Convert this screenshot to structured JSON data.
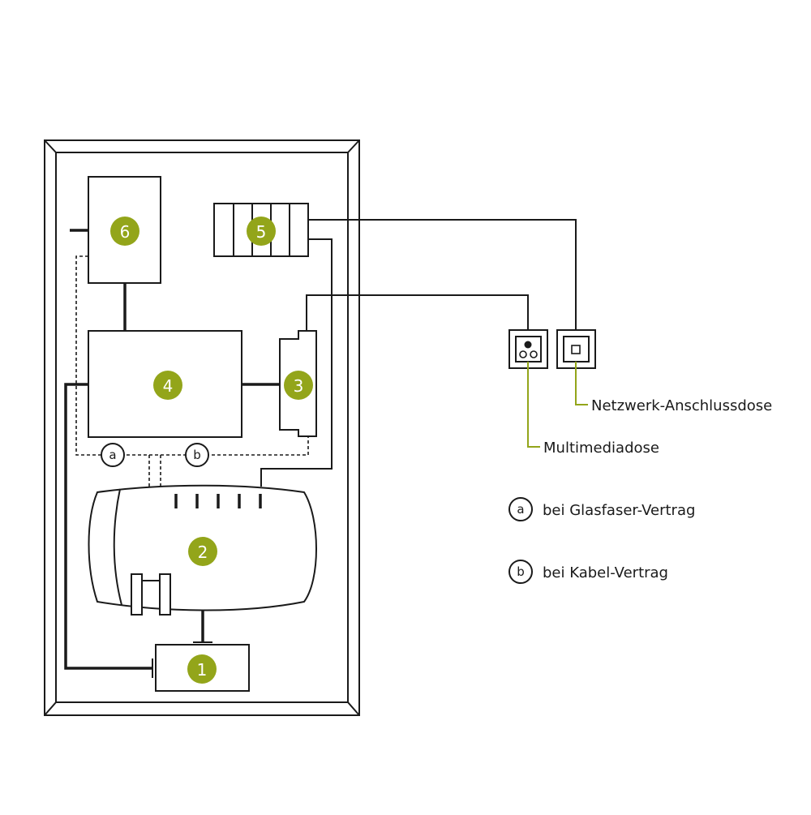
{
  "colors": {
    "accent": "#93a51a",
    "line": "#1a1a1a",
    "background": "#ffffff"
  },
  "components": {
    "c1": "1",
    "c2": "2",
    "c3": "3",
    "c4": "4",
    "c5": "5",
    "c6": "6"
  },
  "options": {
    "a": "a",
    "b": "b"
  },
  "sockets": {
    "multimedia": "Multimediadose",
    "network": "Netzwerk-Anschlussdose"
  },
  "legend": [
    {
      "key": "a",
      "text": "bei Glasfaser-Vertrag"
    },
    {
      "key": "b",
      "text": "bei Kabel-Vertrag"
    }
  ]
}
